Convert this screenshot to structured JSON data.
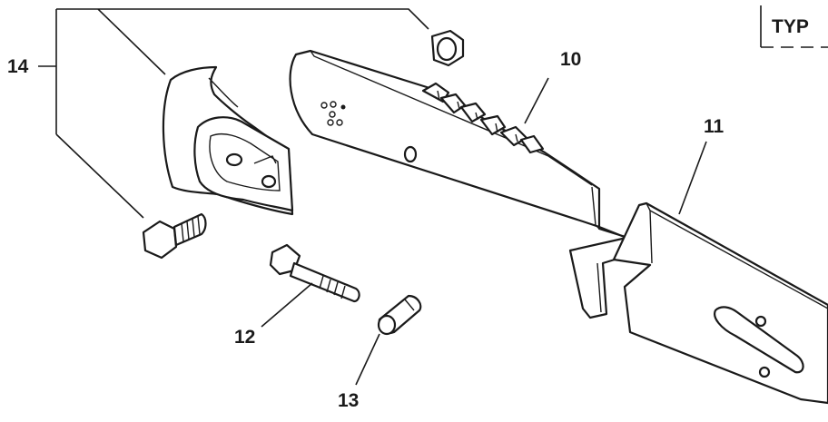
{
  "callouts": {
    "c10": "10",
    "c11": "11",
    "c12": "12",
    "c13": "13",
    "c14": "14"
  },
  "note": "TYP"
}
